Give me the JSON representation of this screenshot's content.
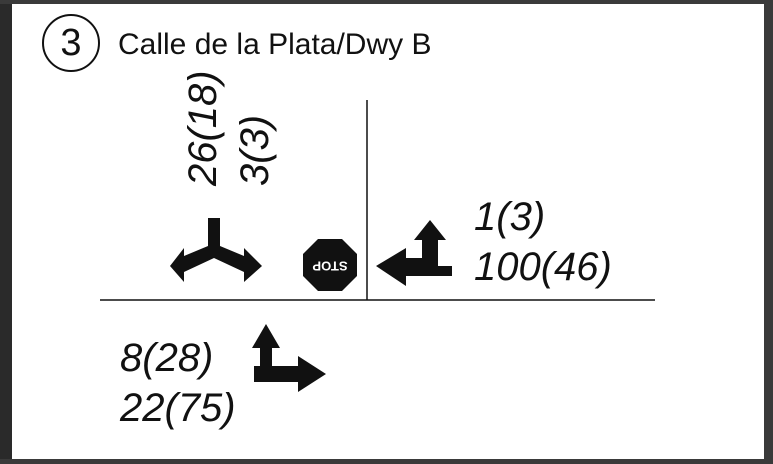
{
  "intersection": {
    "number": "3",
    "name": "Calle de la Plata/Dwy B"
  },
  "approaches": {
    "southbound": {
      "volumes": [
        "26(18)",
        "3(3)"
      ],
      "movements": "left-right"
    },
    "westbound": {
      "volumes": [
        "1(3)",
        "100(46)"
      ],
      "movements": "through-right"
    },
    "eastbound": {
      "volumes": [
        "8(28)",
        "22(75)"
      ],
      "movements": "left-through"
    }
  },
  "control": {
    "type": "stop-sign",
    "label": "STOP",
    "color": "#111111"
  }
}
